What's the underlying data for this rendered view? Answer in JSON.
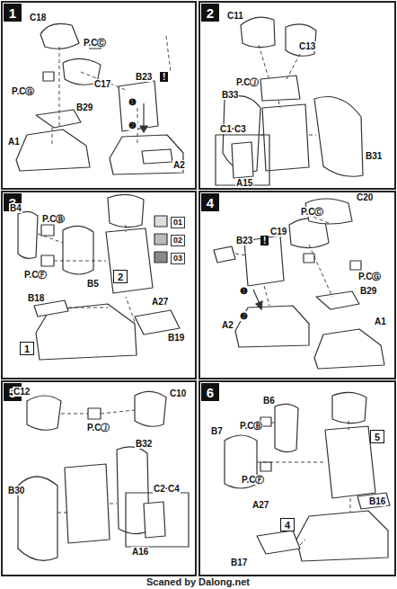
{
  "diagram": {
    "nodes": [
      {
        "text": [
          "1"
        ]
      },
      {
        "text": [
          "2"
        ]
      },
      {
        "text": [
          "3"
        ]
      },
      {
        "text": [
          "4"
        ]
      },
      {
        "text": [
          "5"
        ]
      },
      {
        "text": [
          "6"
        ]
      },
      {
        "text": [
          "2"
        ]
      },
      {
        "text": [
          "1"
        ]
      },
      {
        "text": [
          "5"
        ]
      },
      {
        "text": [
          "4"
        ]
      }
    ],
    "labels": [
      "C18",
      "P.CⒸ",
      "C17",
      "P.CⒼ",
      "B23",
      "!",
      "❶",
      "❷",
      "B29",
      "A1",
      "A2",
      "C11",
      "C13",
      "P.CⒿ",
      "B33",
      "B31",
      "C1·C3",
      "A15",
      "B4",
      "P.CⒷ",
      "B5",
      "P.CⒻ",
      "01",
      "02",
      "03",
      "A27",
      "B18",
      "B19",
      "C20",
      "C19",
      "P.CⒸ",
      "P.CⒼ",
      "B23",
      "!",
      "B29",
      "❶",
      "❷",
      "A2",
      "A1",
      "C12",
      "C10",
      "P.CⒿ",
      "B32",
      "B30",
      "C2·C4",
      "A16",
      "B6",
      "B7",
      "P.CⒷ",
      "P.CⒻ",
      "A27",
      "B16",
      "B17",
      "Scaned by Dalong.net"
    ]
  }
}
